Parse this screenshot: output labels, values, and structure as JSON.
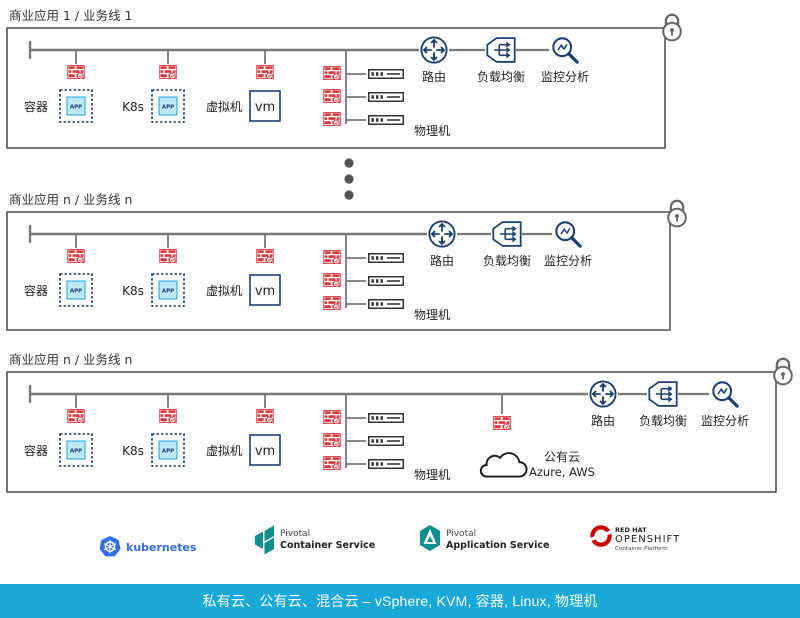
{
  "sections": [
    {
      "title": "商业应用 1 / 业务线 1",
      "labels": {
        "container": "容器",
        "k8s": "K8s",
        "vm": "虚拟机",
        "vm_badge": "vm",
        "physical": "物理机",
        "router": "路由",
        "lb": "负载均衡",
        "monitor": "监控分析",
        "app": "APP"
      }
    },
    {
      "title": "商业应用 n / 业务线 n",
      "labels": {
        "container": "容器",
        "k8s": "K8s",
        "vm": "虚拟机",
        "vm_badge": "vm",
        "physical": "物理机",
        "router": "路由",
        "lb": "负载均衡",
        "monitor": "监控分析",
        "app": "APP"
      }
    },
    {
      "title": "商业应用 n / 业务线 n",
      "labels": {
        "container": "容器",
        "k8s": "K8s",
        "vm": "虚拟机",
        "vm_badge": "vm",
        "physical": "物理机",
        "router": "路由",
        "lb": "负载均衡",
        "monitor": "监控分析",
        "app": "APP",
        "cloud_title": "公有云",
        "cloud_sub": "Azure, AWS"
      }
    }
  ],
  "logos": [
    {
      "line1": "kubernetes",
      "line2": ""
    },
    {
      "line1": "Pivotal",
      "line2": "Container Service"
    },
    {
      "line1": "Pivotal",
      "line2": "Application Service"
    },
    {
      "line1": "RED HAT",
      "line2": "OPENSHIFT",
      "line3": "Container Platform"
    }
  ],
  "footer": {
    "text": "私有云、公有云、混合云 – vSphere, KVM, 容器, Linux, 物理机"
  },
  "colors": {
    "accent": "#1aa8d8",
    "navy": "#1c3d6e",
    "firewall": "#d9363e",
    "line": "#777777",
    "border": "#555555",
    "k8s_blue": "#326ce5",
    "pivotal_teal": "#0e8f8c",
    "redhat": "#cc0000"
  }
}
